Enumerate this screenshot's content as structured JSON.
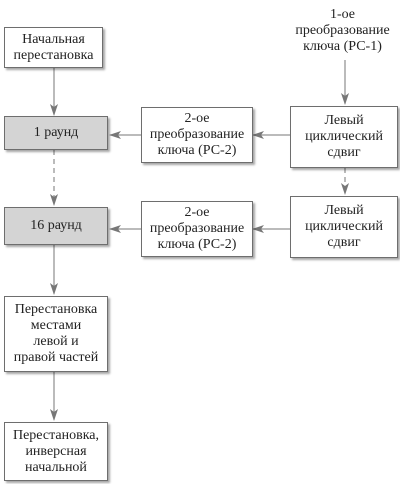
{
  "diagram": {
    "nodes": {
      "initial_permutation": "Начальная\nперестановка",
      "round_1": "1 раунд",
      "round_16": "16 раунд",
      "swap_halves": "Перестановка\nместами\nлевой и\nправой частей",
      "inverse_permutation": "Перестановка,\nинверсная\nначальной",
      "key_transform_1": "1-ое\nпреобразование\nключа (РС-1)",
      "left_shift_1": "Левый\nциклический\nсдвиг",
      "left_shift_2": "Левый\nциклический\nсдвиг",
      "key_transform_2a": "2-ое\nпреобразование\nключа (РС-2)",
      "key_transform_2b": "2-ое\nпреобразование\nключа (РС-2)"
    },
    "colors": {
      "round_fill": "#d4d4d4",
      "border": "#6e6e6e",
      "arrow": "#777777"
    }
  }
}
